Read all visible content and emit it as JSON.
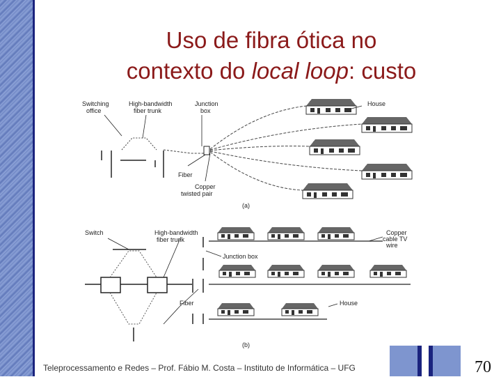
{
  "title": {
    "line1": "Uso de fibra ótica no",
    "line2_prefix": "contexto do ",
    "line2_italic": "local loop",
    "line2_suffix": ": custo"
  },
  "diagram_a": {
    "switching_office": [
      "Switching",
      "office"
    ],
    "trunk": [
      "High-bandwidth",
      "fiber trunk"
    ],
    "junction": [
      "Junction",
      "box"
    ],
    "house": "House",
    "fiber": "Fiber",
    "copper": [
      "Copper",
      "twisted pair"
    ],
    "caption": "(a)"
  },
  "diagram_b": {
    "switch": "Switch",
    "trunk": [
      "High-bandwidth",
      "fiber trunk"
    ],
    "copper_cable": [
      "Copper",
      "cable TV",
      "wire"
    ],
    "junction": "Junction box",
    "fiber": "Fiber",
    "house": "House",
    "caption": "(b)"
  },
  "footer": {
    "text": "Teleprocessamento e Redes – Prof. Fábio M. Costa – Instituto de Informática – UFG",
    "page": "70"
  }
}
